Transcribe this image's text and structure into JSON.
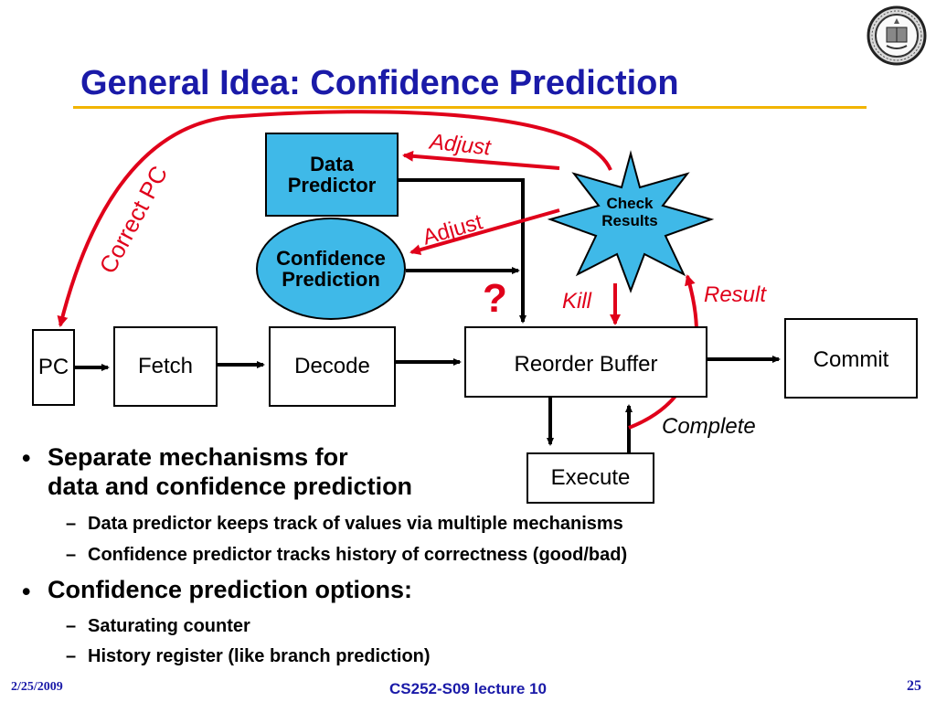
{
  "slide": {
    "title": "General Idea: Confidence Prediction",
    "accent_color": "#1a1aa8",
    "rule_color": "#f2b400",
    "highlight_color": "#e0001a",
    "box_color": "#3fb9e8"
  },
  "diagram": {
    "data_predictor": "Data\nPredictor",
    "confidence_prediction": "Confidence\nPrediction",
    "check_results": "Check\nResults",
    "pc": "PC",
    "fetch": "Fetch",
    "decode": "Decode",
    "reorder_buffer": "Reorder Buffer",
    "commit": "Commit",
    "execute": "Execute",
    "labels": {
      "adjust_top": "Adjust",
      "adjust_mid": "Adjust",
      "correct_pc": "Correct PC",
      "kill": "Kill",
      "result": "Result",
      "complete": "Complete",
      "question": "?"
    }
  },
  "bullets": [
    {
      "text": "Separate mechanisms for\ndata and confidence prediction",
      "sub": [
        "Data predictor keeps track of values via multiple mechanisms",
        "Confidence predictor tracks history of correctness (good/bad)"
      ]
    },
    {
      "text": "Confidence prediction options:",
      "sub": [
        "Saturating counter",
        "History register (like branch prediction)"
      ]
    }
  ],
  "footer": {
    "date": "2/25/2009",
    "course": "CS252-S09 lecture 10",
    "page": "25"
  },
  "icons": {
    "seal": "university-seal-icon"
  }
}
